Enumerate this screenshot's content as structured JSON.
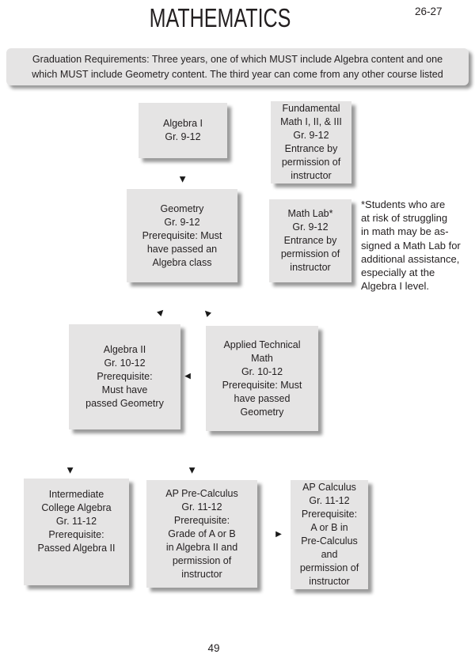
{
  "page": {
    "title": "MATHEMATICS",
    "year_label": "26-27",
    "page_number": "49"
  },
  "banner": {
    "lines": [
      "Graduation Requirements: Three years, one of which MUST include Algebra content and one",
      "which MUST include Geometry content. The third year can come from any other course listed"
    ]
  },
  "boxes": [
    {
      "id": "algebra-i",
      "lines": [
        "Algebra I",
        "Gr. 9-12"
      ]
    },
    {
      "id": "fundamental-math",
      "lines": [
        "Fundamental",
        "Math I, II, & III",
        "Gr. 9-12",
        "Entrance by",
        "permission of",
        "instructor"
      ]
    },
    {
      "id": "geometry",
      "lines": [
        "Geometry",
        "Gr. 9-12",
        "Prerequisite: Must",
        "have passed an",
        "Algebra class"
      ]
    },
    {
      "id": "math-lab",
      "lines": [
        "Math Lab*",
        "Gr. 9-12",
        "Entrance by",
        "permission of",
        "instructor"
      ]
    },
    {
      "id": "algebra-ii",
      "lines": [
        "Algebra II",
        "Gr. 10-12",
        "Prerequisite:",
        "Must have",
        "passed Geometry"
      ]
    },
    {
      "id": "applied-technical-math",
      "lines": [
        "Applied Technical",
        "Math",
        "Gr. 10-12",
        "Prerequisite: Must",
        "have passed",
        "Geometry"
      ]
    },
    {
      "id": "intermediate-college-algebra",
      "lines": [
        "Intermediate",
        "College Algebra",
        "Gr. 11-12",
        "Prerequisite:",
        "Passed Algebra II"
      ]
    },
    {
      "id": "ap-pre-calculus",
      "lines": [
        "AP Pre-Calculus",
        "Gr. 11-12",
        "Prerequisite:",
        "Grade of A or B",
        "in Algebra II and",
        "permission of",
        "instructor"
      ]
    },
    {
      "id": "ap-calculus",
      "lines": [
        "AP Calculus",
        "Gr. 11-12",
        "Prerequisite:",
        "A or B in",
        "Pre-Calculus",
        "and",
        "permission of",
        "instructor"
      ]
    }
  ],
  "note": {
    "lines": [
      "*Students who are",
      "at risk of struggling",
      "in math may be as-",
      "signed a Math Lab for",
      "additional assistance,",
      "especially at the",
      "Algebra I level."
    ]
  },
  "icons": {
    "triangle": "▶"
  },
  "colors": {
    "box_bg": "#e5e4e4",
    "text": "#231f20"
  }
}
